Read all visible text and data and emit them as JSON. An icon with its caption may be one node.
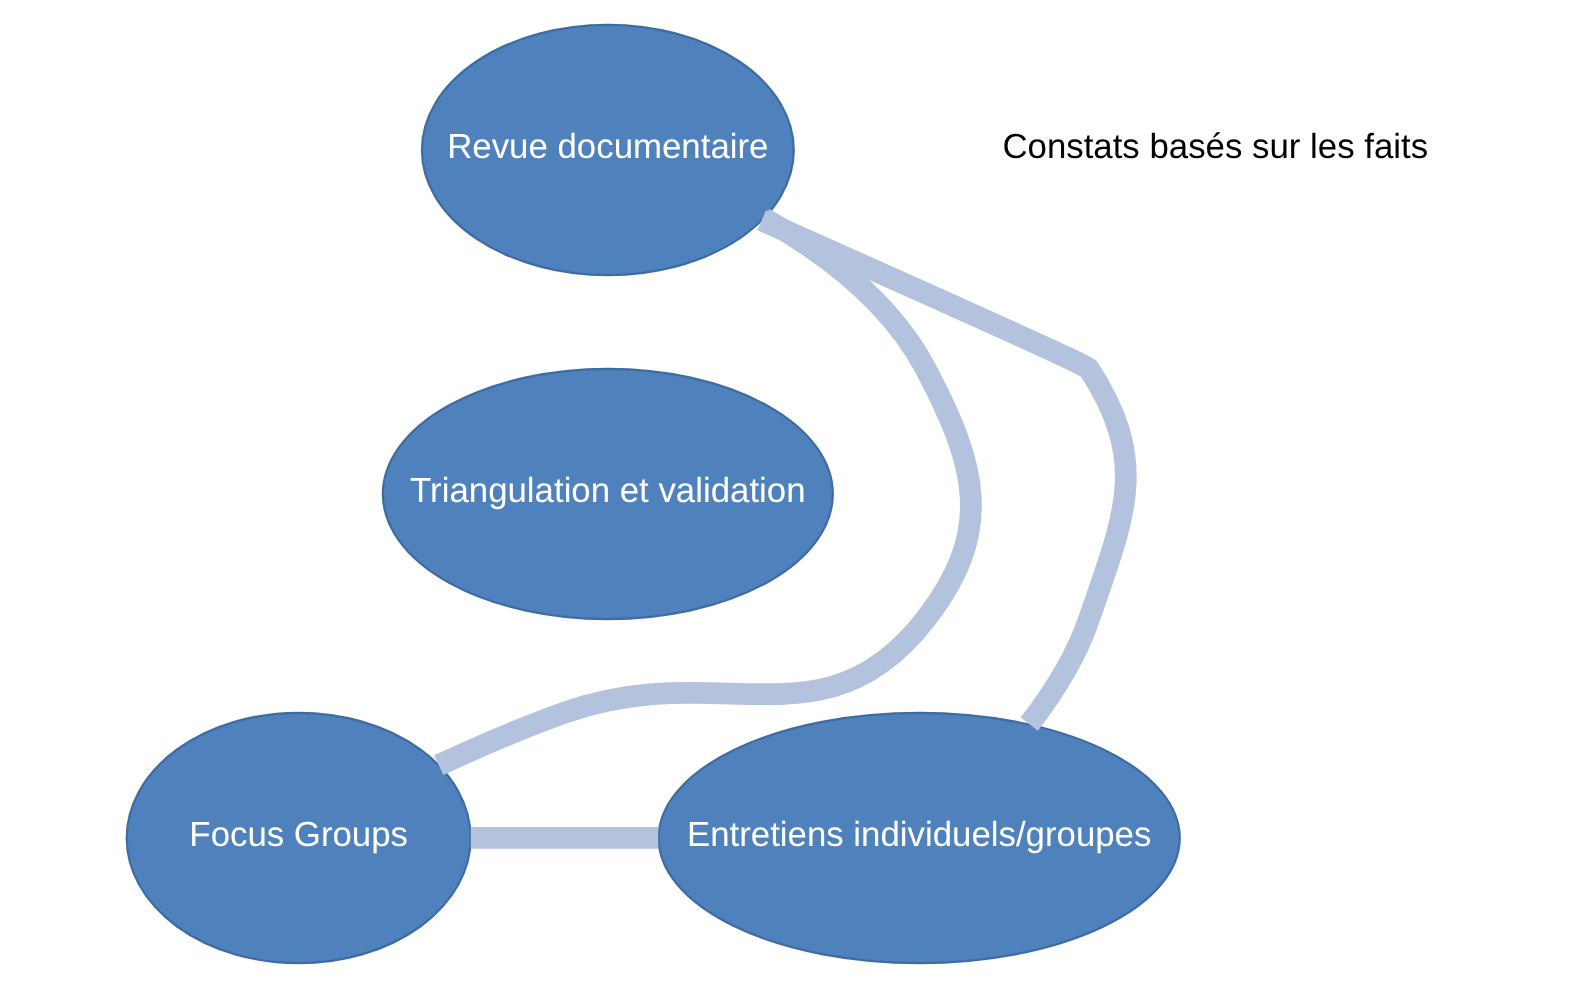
{
  "diagram": {
    "nodes": [
      {
        "text": [
          "Revue documentaire"
        ]
      },
      {
        "text": [
          "Triangulation et validation"
        ]
      },
      {
        "text": [
          "Entretiens individuels/groupes"
        ]
      },
      {
        "text": [
          "Focus Groups"
        ]
      }
    ],
    "edges": [
      {
        "from": 0,
        "to": 3,
        "arrow": "none"
      },
      {
        "from": 3,
        "to": 2,
        "arrow": "none"
      },
      {
        "from": 2,
        "to": 0,
        "arrow": "none"
      }
    ],
    "labels": [
      "Constats basés sur les faits"
    ]
  }
}
